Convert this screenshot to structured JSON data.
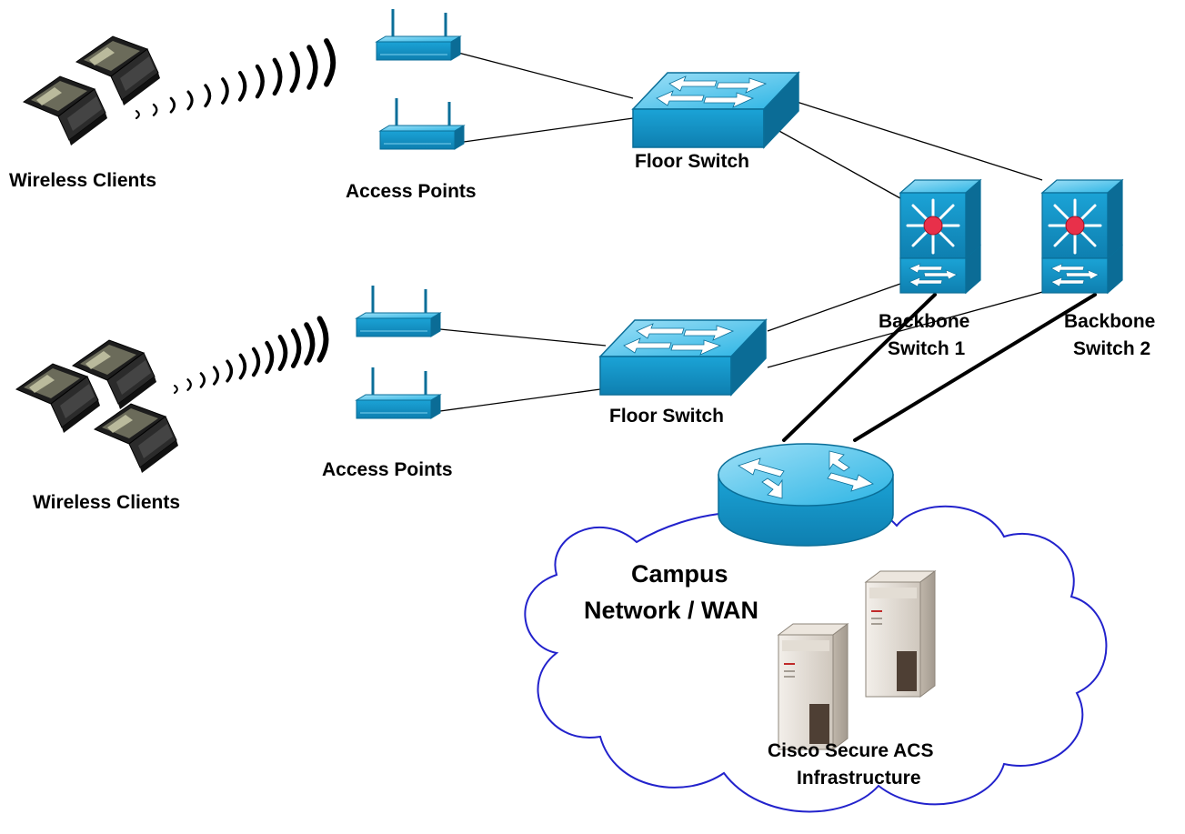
{
  "labels": {
    "wireless_clients_top": "Wireless Clients",
    "wireless_clients_bottom": "Wireless Clients",
    "access_points_top": "Access Points",
    "access_points_bottom": "Access Points",
    "floor_switch_top": "Floor Switch",
    "floor_switch_bottom": "Floor Switch",
    "backbone_1_line1": "Backbone",
    "backbone_1_line2": "Switch 1",
    "backbone_2_line1": "Backbone",
    "backbone_2_line2": "Switch 2",
    "campus_line1": "Campus",
    "campus_line2": "Network / WAN",
    "acs_line1": "Cisco Secure ACS",
    "acs_line2": "Infrastructure"
  },
  "colors": {
    "device_blue": "#1ea6d8",
    "device_blue_dark": "#0a6e98",
    "device_blue_light": "#7fd2f0",
    "router_hub_red": "#e8304a",
    "cloud_outline": "#2222cc",
    "link": "#000000"
  },
  "icons": {
    "laptop": "laptop-icon",
    "access_point": "access-point-icon",
    "floor_switch": "switch-icon",
    "backbone_switch": "multilayer-switch-icon",
    "router": "router-icon",
    "server": "server-icon",
    "wireless_signal": "wireless-signal-icon",
    "cloud": "cloud-icon"
  }
}
